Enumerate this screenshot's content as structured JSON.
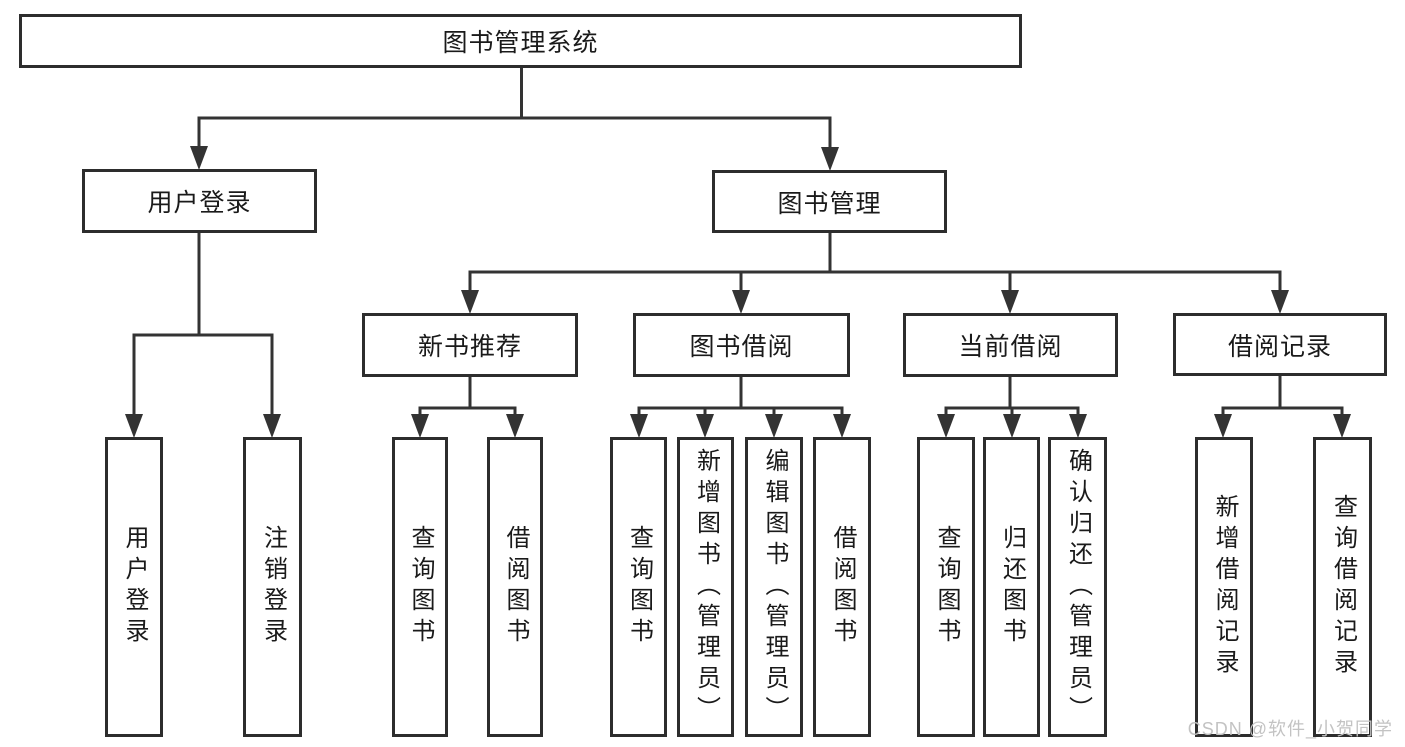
{
  "diagram": {
    "type": "hierarchy-tree",
    "watermark": "CSDN @软件_小贺同学",
    "colors": {
      "background": "#ffffff",
      "box_border": "#2d2d2d",
      "line": "#333333",
      "text": "#1a1a1a",
      "watermark": "#c3c3c3"
    },
    "tree": {
      "label": "图书管理系统",
      "children": [
        {
          "label": "用户登录",
          "children": [
            {
              "label": "用户登录"
            },
            {
              "label": "注销登录"
            }
          ]
        },
        {
          "label": "图书管理",
          "children": [
            {
              "label": "新书推荐",
              "children": [
                {
                  "label": "查询图书"
                },
                {
                  "label": "借阅图书"
                }
              ]
            },
            {
              "label": "图书借阅",
              "children": [
                {
                  "label": "查询图书"
                },
                {
                  "label": "新增图书（管理员）"
                },
                {
                  "label": "编辑图书（管理员）"
                },
                {
                  "label": "借阅图书"
                }
              ]
            },
            {
              "label": "当前借阅",
              "children": [
                {
                  "label": "查询图书"
                },
                {
                  "label": "归还图书"
                },
                {
                  "label": "确认归还（管理员）"
                }
              ]
            },
            {
              "label": "借阅记录",
              "children": [
                {
                  "label": "新增借阅记录"
                },
                {
                  "label": "查询借阅记录"
                }
              ]
            }
          ]
        }
      ]
    }
  }
}
